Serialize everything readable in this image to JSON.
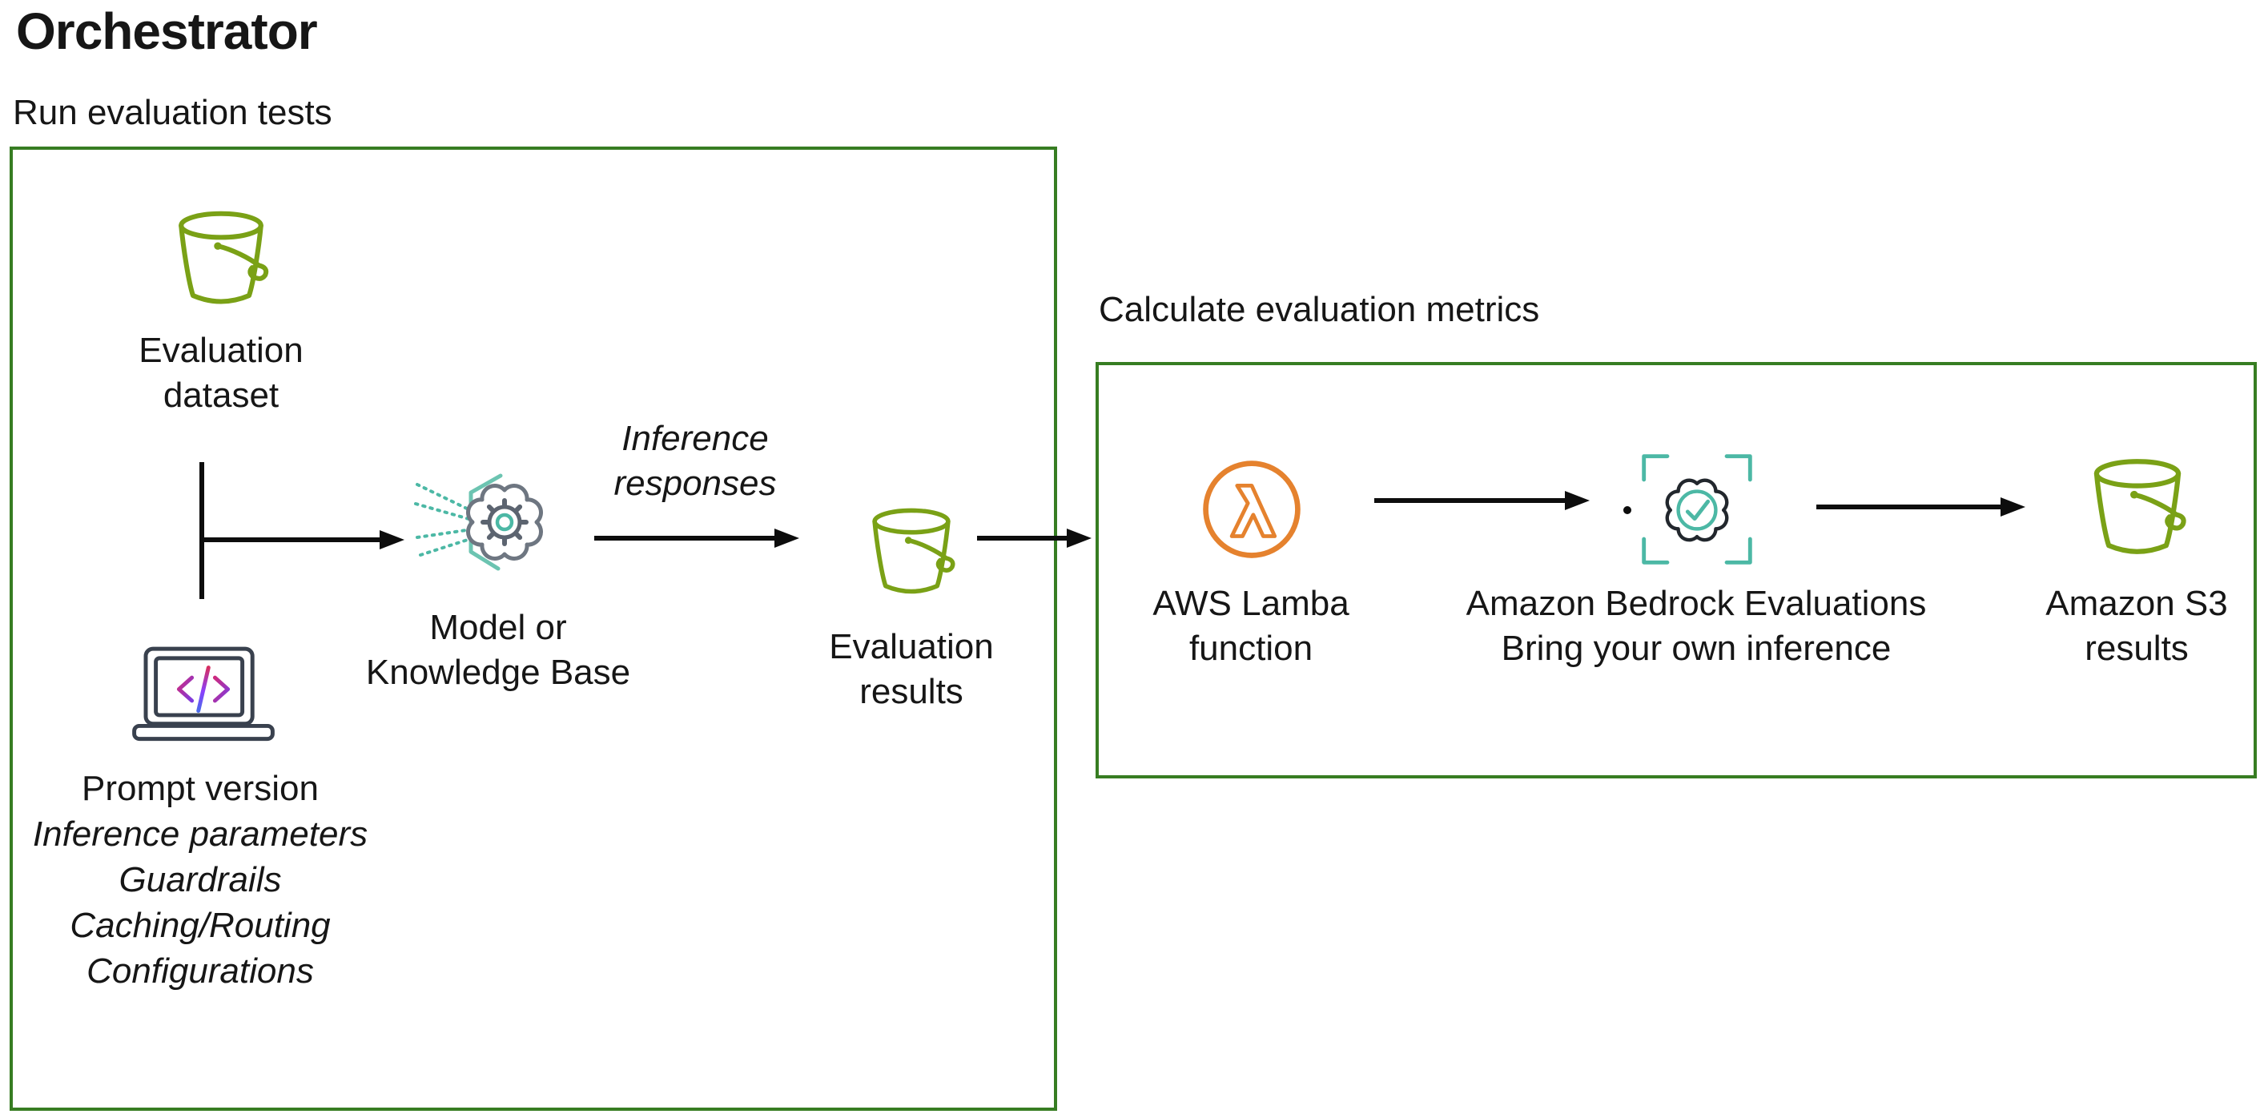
{
  "page": {
    "title": "Orchestrator"
  },
  "groups": {
    "run_tests": {
      "heading": "Run evaluation tests"
    },
    "calc_metrics": {
      "heading": "Calculate evaluation metrics"
    }
  },
  "nodes": {
    "evaluation_dataset": {
      "icon": "s3-bucket-icon",
      "lines": [
        "Evaluation",
        "dataset"
      ]
    },
    "prompt_config": {
      "icon": "laptop-code-icon",
      "regular_line": "Prompt version",
      "italic_lines": [
        "Inference parameters",
        "Guardrails",
        "Caching/Routing",
        "Configurations"
      ]
    },
    "model": {
      "icon": "model-gear-flower-icon",
      "lines": [
        "Model or",
        "Knowledge Base"
      ]
    },
    "evaluation_results": {
      "icon": "s3-bucket-icon",
      "lines": [
        "Evaluation",
        "results"
      ]
    },
    "lambda_function": {
      "icon": "aws-lambda-icon",
      "lines": [
        "AWS Lamba",
        "function"
      ]
    },
    "bedrock_evaluations": {
      "icon": "bedrock-evaluations-icon",
      "lines": [
        "Amazon Bedrock Evaluations",
        "Bring your own inference"
      ]
    },
    "s3_results": {
      "icon": "s3-bucket-icon",
      "lines": [
        "Amazon S3",
        "results"
      ]
    }
  },
  "edge_labels": {
    "inference_responses": {
      "lines": [
        "Inference",
        "responses"
      ]
    }
  },
  "colors": {
    "group_border_green": "#377D22",
    "bucket_green": "#7AA116",
    "lambda_orange": "#E5822E",
    "teal": "#4CB8A5",
    "hexagon_teal_light": "#6CC4B1",
    "flower_gray": "#6E7681",
    "laptop_dark": "#39414E",
    "code_gradient_start": "#CE2A7E",
    "code_gradient_end": "#7D3BE0",
    "arrow_black": "#0D0D0D",
    "text_black": "#161616"
  }
}
